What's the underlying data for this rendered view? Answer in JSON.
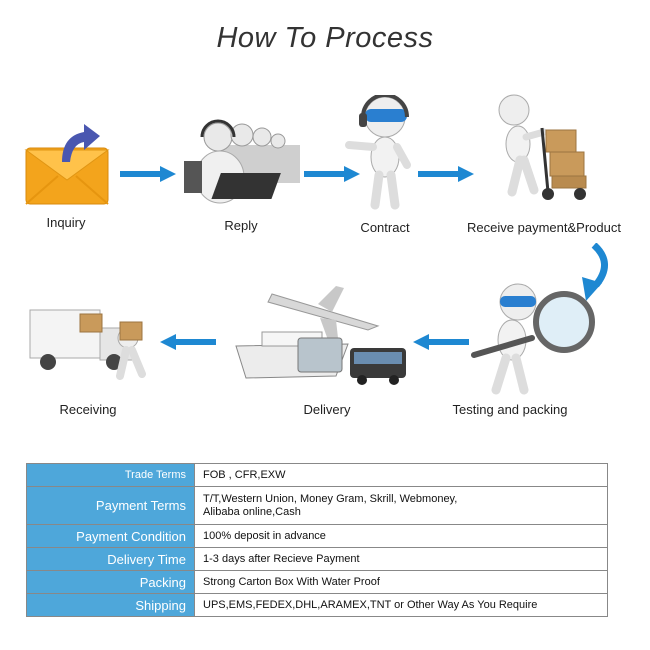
{
  "title": "How To Process",
  "steps": [
    {
      "label": "Inquiry",
      "icon": "envelope-icon"
    },
    {
      "label": "Reply",
      "icon": "operators-icon"
    },
    {
      "label": "Contract",
      "icon": "headset-figure-icon"
    },
    {
      "label": "Receive payment&Product",
      "icon": "handtruck-figure-icon"
    },
    {
      "label": "Testing and packing",
      "icon": "magnifier-figure-icon"
    },
    {
      "label": "Delivery",
      "icon": "transport-icon"
    },
    {
      "label": "Receiving",
      "icon": "delivery-truck-icon"
    }
  ],
  "terms": [
    {
      "key": "Trade Terms",
      "value": "FOB , CFR,EXW"
    },
    {
      "key": "Payment Terms",
      "value": "T/T,Western Union, Money Gram, Skrill, Webmoney,",
      "value2": "Alibaba online,Cash"
    },
    {
      "key": "Payment Condition",
      "value": "100% deposit in advance"
    },
    {
      "key": "Delivery Time",
      "value": "1-3 days after Recieve Payment"
    },
    {
      "key": "Packing",
      "value": "Strong Carton Box  With Water Proof"
    },
    {
      "key": "Shipping",
      "value": "UPS,EMS,FEDEX,DHL,ARAMEX,TNT or Other Way As You Require"
    }
  ],
  "colors": {
    "table_header": "#4ea7da",
    "arrow": "#1e88d2",
    "envelope": "#f3a41c"
  }
}
